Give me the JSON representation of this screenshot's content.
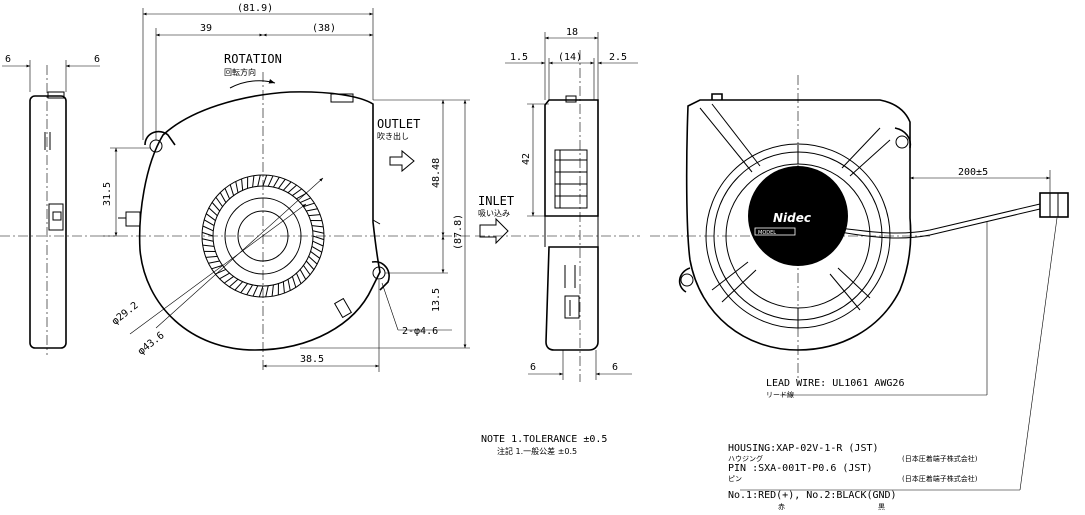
{
  "dimensions": {
    "overall_width": "(81.9)",
    "hole_to_edge": "39",
    "hole_to_outlet": "(38)",
    "side_left": "6",
    "side_right": "6",
    "front_depth": "18",
    "front_left": "1.5",
    "front_mid": "(14)",
    "front_right": "2.5",
    "outlet_height": "42",
    "bottom_left": "6",
    "bottom_right": "6",
    "height_31_5": "31.5",
    "height_48_48": "48.48",
    "height_87_8": "(87.8)",
    "height_13_5": "13.5",
    "width_38_5": "38.5",
    "dia_29_2": "φ29.2",
    "dia_43_6": "φ43.6",
    "holes": "2-φ4.6",
    "lead_length": "200±5"
  },
  "labels": {
    "rotation": "ROTATION",
    "rotation_jp": "回転方向",
    "outlet": "OUTLET",
    "outlet_jp": "吹き出し",
    "inlet": "INLET",
    "inlet_jp": "吸い込み",
    "brand": "Nidec",
    "model": "MODEL"
  },
  "notes": {
    "note_en": "NOTE 1.TOLERANCE ±0.5",
    "note_jp": "注記 1.一般公差 ±0.5",
    "lead_wire": "LEAD WIRE: UL1061 AWG26",
    "lead_wire_jp": "リード線",
    "housing": "HOUSING:XAP-02V-1-R  (JST)",
    "housing_jp": "ハウジング",
    "housing_maker": "(日本圧着端子株式会社)",
    "pin": "PIN     :SXA-001T-P0.6 (JST)",
    "pin_jp": "ピン",
    "pin_maker": "(日本圧着端子株式会社)",
    "pins": "No.1:RED(+), No.2:BLACK(GND)",
    "pin_red_jp": "赤",
    "pin_black_jp": "黒"
  }
}
